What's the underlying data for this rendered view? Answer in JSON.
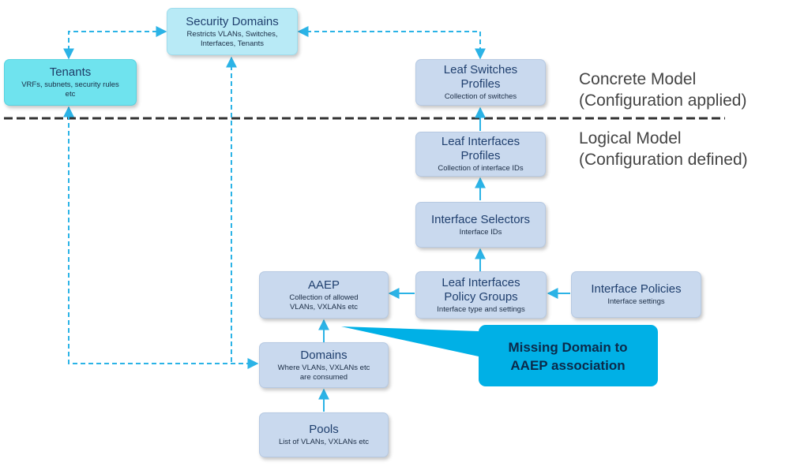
{
  "colors": {
    "connector": "#2bb3e6",
    "divider": "#333333",
    "callout": "#00b0e6",
    "box": "#c9d9ee",
    "tenant": "#6fe3ee"
  },
  "boxes": {
    "security_domains": {
      "title": "Security Domains",
      "sub": "Restricts VLANs, Switches, Interfaces, Tenants"
    },
    "tenants": {
      "title": "Tenants",
      "sub": "VRFs, subnets, security rules etc"
    },
    "leaf_switches_profiles": {
      "title": "Leaf Switches Profiles",
      "sub": "Collection of switches"
    },
    "leaf_interfaces_profiles": {
      "title": "Leaf Interfaces Profiles",
      "sub": "Collection of interface IDs"
    },
    "interface_selectors": {
      "title": "Interface Selectors",
      "sub": "Interface IDs"
    },
    "aaep": {
      "title": "AAEP",
      "sub": "Collection of allowed VLANs, VXLANs etc"
    },
    "leaf_interfaces_policy_groups": {
      "title": "Leaf Interfaces Policy Groups",
      "sub": "Interface type and settings"
    },
    "interface_policies": {
      "title": "Interface Policies",
      "sub": "Interface settings"
    },
    "domains": {
      "title": "Domains",
      "sub": "Where VLANs, VXLANs etc are consumed"
    },
    "pools": {
      "title": "Pools",
      "sub": "List of VLANs, VXLANs etc"
    }
  },
  "labels": {
    "concrete_line1": "Concrete Model",
    "concrete_line2": "(Configuration applied)",
    "logical_line1": "Logical Model",
    "logical_line2": "(Configuration defined)"
  },
  "callout": {
    "line1": "Missing Domain to",
    "line2": "AAEP association"
  }
}
